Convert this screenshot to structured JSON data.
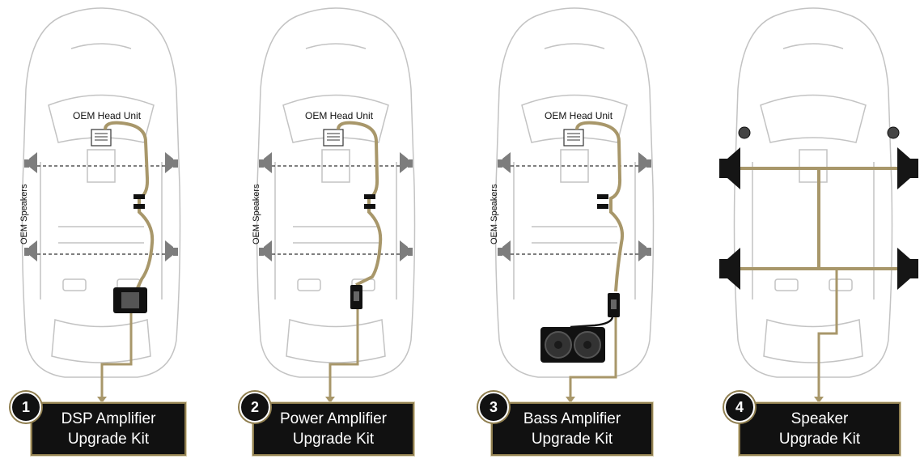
{
  "colors": {
    "wire": "#a8976a",
    "car_outline": "#b9b9b9",
    "box_fill": "#111111",
    "speaker_grey": "#7d7d7d",
    "aftermarket_speaker": "#151515"
  },
  "panels": [
    {
      "number": "1",
      "title_line1": "DSP Amplifier",
      "title_line2": "Upgrade Kit",
      "head_unit_label": "OEM Head Unit",
      "speaker_label": "OEM Speakers"
    },
    {
      "number": "2",
      "title_line1": "Power Amplifier",
      "title_line2": "Upgrade Kit",
      "head_unit_label": "OEM Head Unit",
      "speaker_label": "OEM Speakers"
    },
    {
      "number": "3",
      "title_line1": "Bass Amplifier",
      "title_line2": "Upgrade Kit",
      "head_unit_label": "OEM Head Unit",
      "speaker_label": "OEM Speakers"
    },
    {
      "number": "4",
      "title_line1": "Speaker",
      "title_line2": "Upgrade Kit"
    }
  ]
}
